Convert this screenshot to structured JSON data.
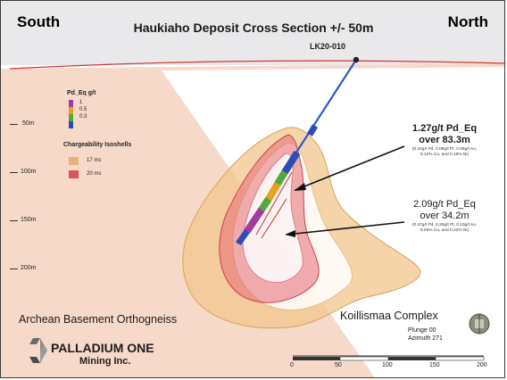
{
  "title": "Haukiaho Deposit Cross Section +/- 50m",
  "orientation": {
    "left": "South",
    "right": "North"
  },
  "drillhole": {
    "label": "LK20-010"
  },
  "depth_labels": [
    "50m",
    "100m",
    "150m",
    "200m"
  ],
  "legend": {
    "pd_title": "Pd_Eq g/t",
    "pd_items": [
      {
        "label": "1",
        "color": "#a23aa0"
      },
      {
        "label": "0.5",
        "color": "#e8a020"
      },
      {
        "label": "0.3",
        "color": "#4faa3a"
      },
      {
        "label": "",
        "color": "#2a4db8"
      }
    ],
    "iso_title": "Chargeability Isoshells",
    "iso_items": [
      {
        "label": "17 ms",
        "color": "#e8b27a"
      },
      {
        "label": "20 ms",
        "color": "#d9545e"
      }
    ]
  },
  "intercepts": [
    {
      "grade": "1.27g/t Pd_Eq",
      "length": "over 83.3m",
      "detail_1": "(0.24g/t Pd, 0.09g/t Pt, 0.05g/t Au,",
      "detail_2": "0.12% Cu, and 0.16% Ni)"
    },
    {
      "grade": "2.09g/t Pd_Eq",
      "length": "over 34.2m",
      "detail_1": "(0.47g/t Pd, 0.20g/t Pt, 0.10g/t Au,",
      "detail_2": "0.06% Cu, and 0.22% Ni)"
    }
  ],
  "units": {
    "left": "Archean Basement Orthogneiss",
    "right": "Koillismaa Complex"
  },
  "view": {
    "plunge": "Plunge 00",
    "azimuth": "Azimuth 271"
  },
  "scale_labels": [
    "0",
    "50",
    "100",
    "150",
    "200"
  ],
  "logo": {
    "line1": "PALLADIUM ONE",
    "line2": "Mining Inc."
  }
}
